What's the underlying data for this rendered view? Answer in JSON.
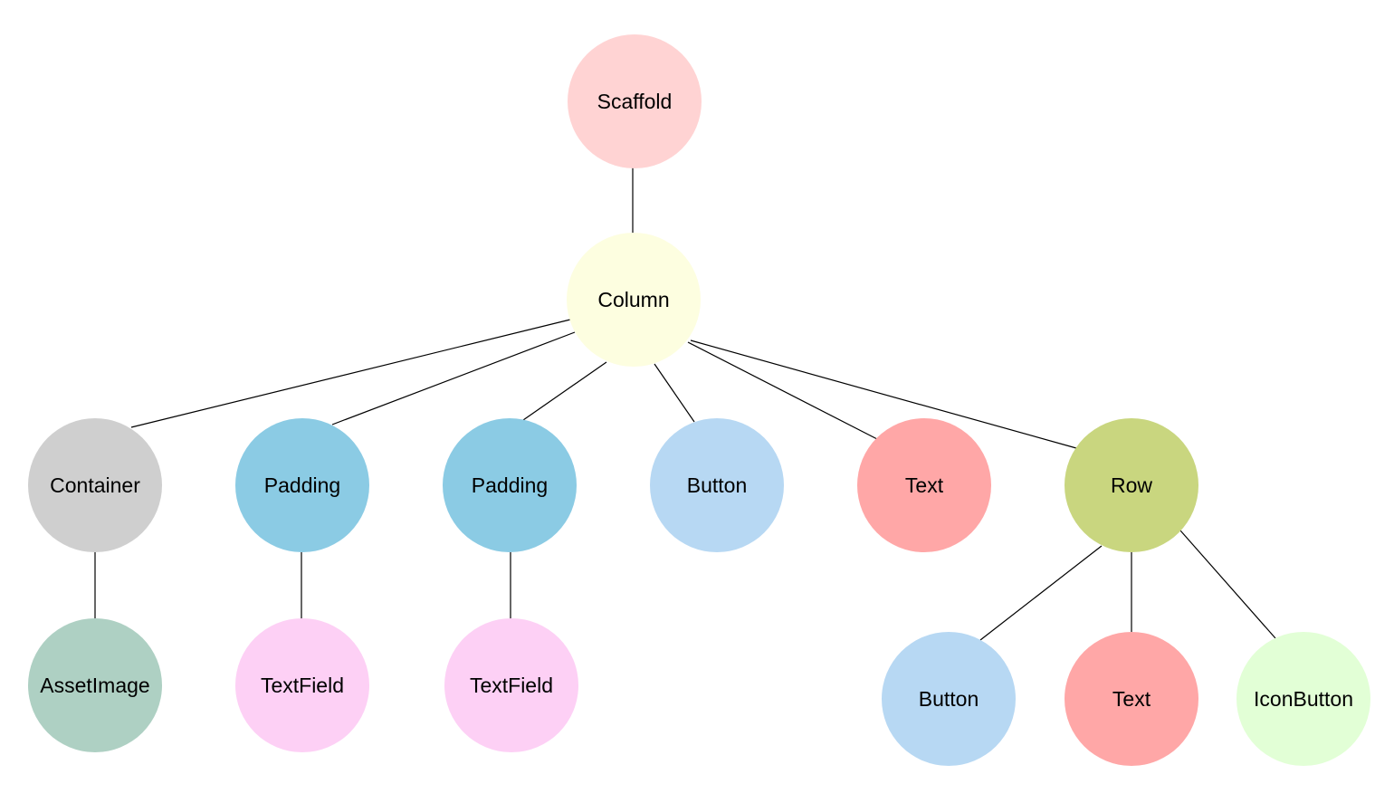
{
  "tree": {
    "nodes": [
      {
        "id": "scaffold",
        "label": "Scaffold",
        "color": "#FFD3D3"
      },
      {
        "id": "column",
        "label": "Column",
        "color": "#FDFEE0"
      },
      {
        "id": "container",
        "label": "Container",
        "color": "#CFCFCF"
      },
      {
        "id": "padding1",
        "label": "Padding",
        "color": "#8BCBE4"
      },
      {
        "id": "padding2",
        "label": "Padding",
        "color": "#8BCBE4"
      },
      {
        "id": "button1",
        "label": "Button",
        "color": "#B7D8F3"
      },
      {
        "id": "text1",
        "label": "Text",
        "color": "#FFA7A7"
      },
      {
        "id": "row",
        "label": "Row",
        "color": "#C9D67F"
      },
      {
        "id": "assetimage",
        "label": "AssetImage",
        "color": "#AED0C3"
      },
      {
        "id": "textfield1",
        "label": "TextField",
        "color": "#FDD0F5"
      },
      {
        "id": "textfield2",
        "label": "TextField",
        "color": "#FDD0F5"
      },
      {
        "id": "button2",
        "label": "Button",
        "color": "#B7D8F3"
      },
      {
        "id": "text2",
        "label": "Text",
        "color": "#FFA7A7"
      },
      {
        "id": "iconbutton",
        "label": "IconButton",
        "color": "#E2FFD6"
      }
    ],
    "edges": [
      [
        "scaffold",
        "column"
      ],
      [
        "column",
        "container"
      ],
      [
        "column",
        "padding1"
      ],
      [
        "column",
        "padding2"
      ],
      [
        "column",
        "button1"
      ],
      [
        "column",
        "text1"
      ],
      [
        "column",
        "row"
      ],
      [
        "container",
        "assetimage"
      ],
      [
        "padding1",
        "textfield1"
      ],
      [
        "padding2",
        "textfield2"
      ],
      [
        "row",
        "button2"
      ],
      [
        "row",
        "text2"
      ],
      [
        "row",
        "iconbutton"
      ]
    ]
  }
}
